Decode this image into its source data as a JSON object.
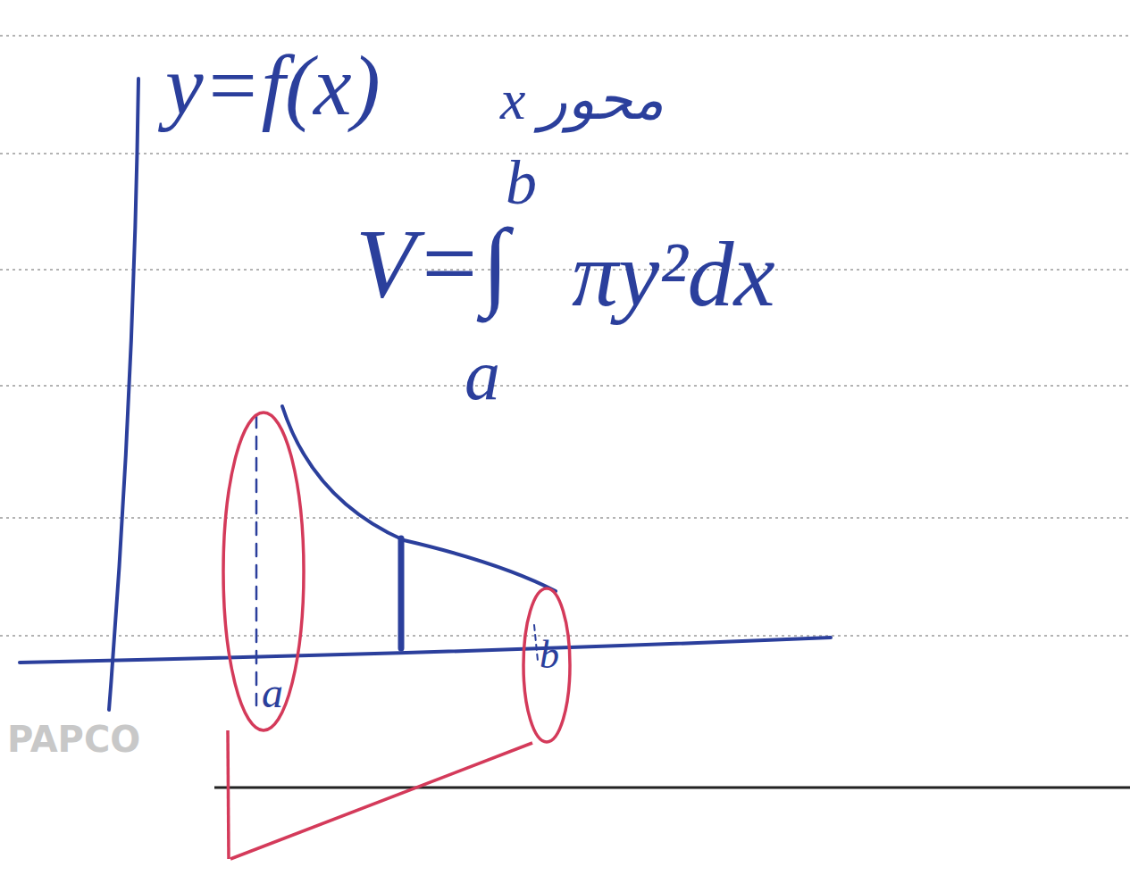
{
  "diagram": {
    "labels": [
      "y=f(x)",
      "محور x",
      "V=∫",
      "b",
      "a",
      "πy²dx",
      "a",
      "b",
      "PAPCO"
    ]
  }
}
